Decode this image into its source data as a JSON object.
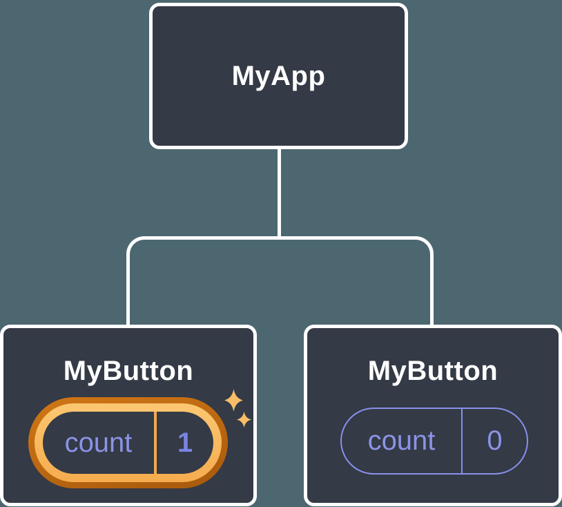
{
  "diagram": {
    "type": "component-tree",
    "root": {
      "label": "MyApp"
    },
    "children": [
      {
        "label": "MyButton",
        "state": {
          "name": "count",
          "value": "1"
        },
        "highlighted": true
      },
      {
        "label": "MyButton",
        "state": {
          "name": "count",
          "value": "0"
        },
        "highlighted": false
      }
    ]
  },
  "colors": {
    "background": "#4c6770",
    "node_fill": "#343a46",
    "node_border": "#ffffff",
    "connector": "#ffffff",
    "state_name_text": "#8b93e6",
    "state_value_active": "#7b84e4",
    "state_value_idle": "#8b93e6",
    "pill_border_idle": "#8891ec",
    "highlight_ring_dark_orange": "#b8620e",
    "highlight_ring_gold": "#f9bf64",
    "highlight_divider": "#f2a94e",
    "sparkle": "#f8bd68"
  }
}
